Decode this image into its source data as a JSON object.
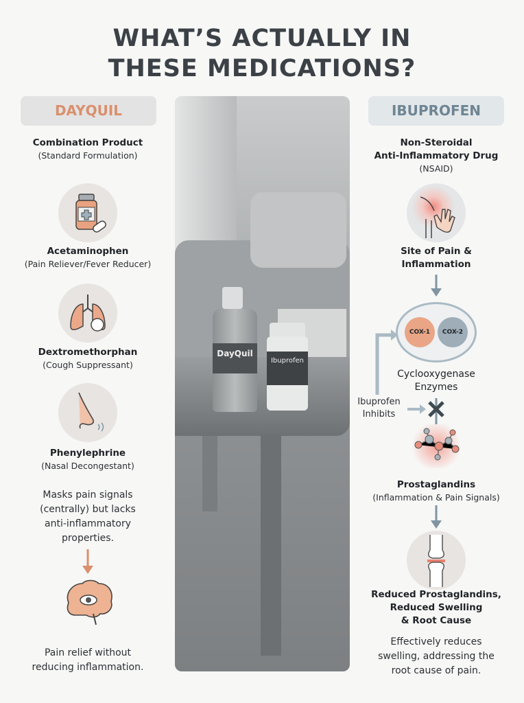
{
  "title": {
    "line1": "WHAT’S ACTUALLY IN",
    "line2": "THESE MEDICATIONS?"
  },
  "colors": {
    "dayquil_accent": "#d9906c",
    "ibuprofen_accent": "#6f8593",
    "arrow_gray": "#7f95a3",
    "pill_bg_left": "#e3e3e3",
    "pill_bg_right": "#e2e7ea"
  },
  "dayquil": {
    "header": "DAYQUIL",
    "type_title": "Combination Product",
    "type_sub": "(Standard Formulation)",
    "ingredients": [
      {
        "name": "Acetaminophen",
        "role": "(Pain Reliever/Fever Reducer)",
        "icon": "pill-bottle-icon"
      },
      {
        "name": "Dextromethorphan",
        "role": "(Cough Suppressant)",
        "icon": "lungs-icon"
      },
      {
        "name": "Phenylephrine",
        "role": "(Nasal Decongestant)",
        "icon": "nose-icon"
      }
    ],
    "note": [
      "Masks pain signals",
      "(centrally) but lacks",
      "anti-inflammatory",
      "properties."
    ],
    "result": [
      "Pain relief without",
      "reducing inflammation."
    ]
  },
  "photo": {
    "bottle_left_label": "DayQuil",
    "bottle_right_label": "Ibuprofen"
  },
  "ibuprofen": {
    "header": "IBUPROFEN",
    "type_title": [
      "Non-Steroidal",
      "Anti-Inflammatory Drug"
    ],
    "type_sub": "(NSAID)",
    "site": [
      "Site of Pain &",
      "Inflammation"
    ],
    "cox1": "COX-1",
    "cox2": "COX-2",
    "enzymes": [
      "Cyclooxygenase",
      "Enzymes"
    ],
    "inhibits": [
      "Ibuprofen",
      "Inhibits"
    ],
    "prostaglandins": "Prostaglandins",
    "prostaglandins_sub": "(Inflammation & Pain Signals)",
    "reduced": [
      "Reduced Prostaglandins,",
      "Reduced Swelling",
      "& Root Cause"
    ],
    "result": [
      "Effectively reduces",
      "swelling, addressing the",
      "root cause of pain."
    ]
  }
}
